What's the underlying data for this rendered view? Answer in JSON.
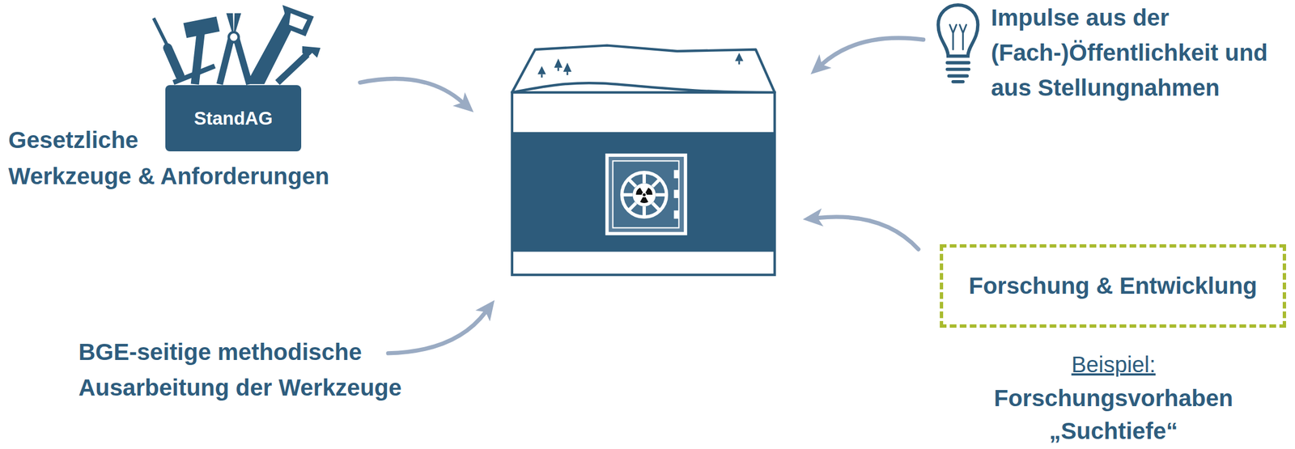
{
  "diagram": {
    "nodes": [
      {
        "text": [
          "StandAG"
        ]
      },
      {
        "text": [
          "Forschung & Entwicklung"
        ]
      }
    ],
    "labels": [
      "Gesetzliche Werkzeuge & Anforderungen",
      "BGE-seitige methodische Ausarbeitung der Werkzeuge",
      "Impulse aus der (Fach-)Öffentlichkeit und aus Stellungnahmen",
      "Beispiel:",
      "Forschungsvorhaben „Suchtiefe“"
    ]
  }
}
